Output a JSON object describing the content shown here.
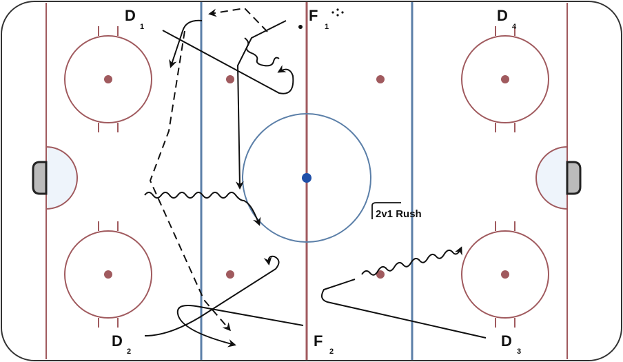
{
  "diagram": {
    "drill_title": "2v1 Rush",
    "colors": {
      "board": "#333333",
      "red_line": "#a05a5e",
      "blue_line": "#5b7fa8",
      "faceoff_circle": "#a05a5e",
      "faceoff_dot": "#a05a5e",
      "center_circle": "#5b7fa8",
      "center_dot": "#1f4fa8",
      "crease_fill": "#eef4fb",
      "net_fill": "#bbbbbb",
      "path": "#111111"
    },
    "players": [
      {
        "id": "D1",
        "letter": "D",
        "number": "1"
      },
      {
        "id": "D2",
        "letter": "D",
        "number": "2"
      },
      {
        "id": "D3",
        "letter": "D",
        "number": "3"
      },
      {
        "id": "D4",
        "letter": "D",
        "number": "4"
      },
      {
        "id": "F1",
        "letter": "F",
        "number": "1"
      },
      {
        "id": "F2",
        "letter": "F",
        "number": "2"
      }
    ]
  }
}
